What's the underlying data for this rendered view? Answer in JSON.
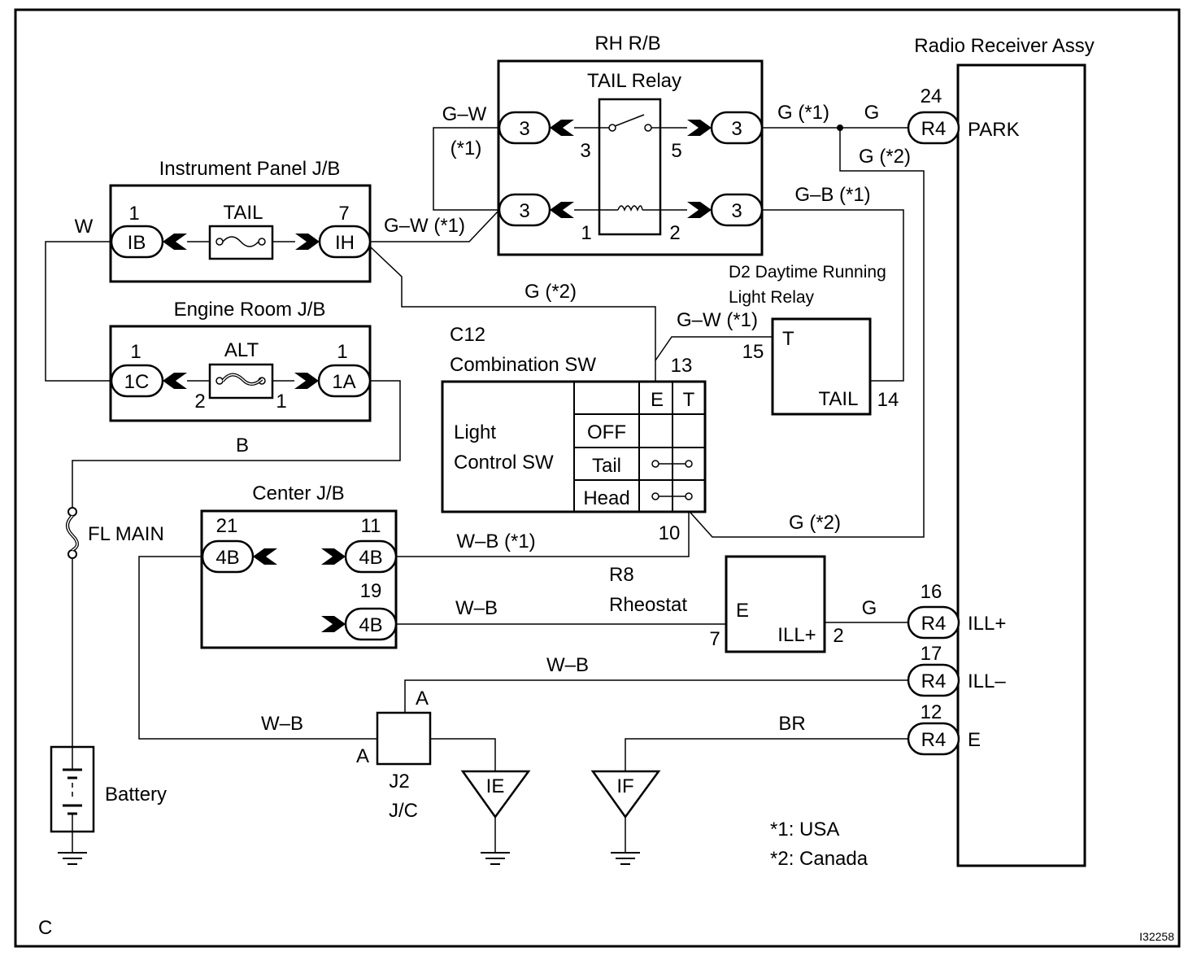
{
  "diagram": {
    "figure_id": "I32258",
    "corner_label": "C",
    "notes": [
      "*1: USA",
      "*2: Canada"
    ],
    "rh_rb": {
      "title": "RH R/B",
      "relay_title": "TAIL Relay",
      "conn_top_left": "3",
      "conn_top_right": "3",
      "conn_bot_left": "3",
      "conn_bot_right": "3",
      "pin_3": "3",
      "pin_5": "5",
      "pin_1": "1",
      "pin_2": "2"
    },
    "instrument_panel_jb": {
      "title": "Instrument Panel J/B",
      "fuse": "TAIL",
      "left_conn": "IB",
      "left_pin": "1",
      "right_conn": "IH",
      "right_pin": "7"
    },
    "engine_room_jb": {
      "title": "Engine Room J/B",
      "fuse": "ALT",
      "left_conn": "1C",
      "left_pin": "1",
      "right_conn": "1A",
      "right_pin": "1",
      "pin_2": "2",
      "pin_1": "1"
    },
    "center_jb": {
      "title": "Center J/B",
      "conn_left": "4B",
      "conn_right_top": "4B",
      "conn_right_bot": "4B",
      "pin_21": "21",
      "pin_11": "11",
      "pin_19": "19"
    },
    "combination_sw": {
      "id": "C12",
      "title": "Combination SW",
      "sw_label_1": "Light",
      "sw_label_2": "Control SW",
      "col_e": "E",
      "col_t": "T",
      "row_off": "OFF",
      "row_tail": "Tail",
      "row_head": "Head",
      "pin_13": "13",
      "pin_10": "10"
    },
    "drl_relay": {
      "title_1": "D2 Daytime Running",
      "title_2": "Light Relay",
      "term_t": "T",
      "term_tail": "TAIL",
      "pin_15": "15",
      "pin_14": "14"
    },
    "rheostat": {
      "id": "R8",
      "title": "Rheostat",
      "term_e": "E",
      "term_ill": "ILL+",
      "pin_7": "7",
      "pin_2": "2"
    },
    "radio": {
      "title": "Radio Receiver Assy",
      "conn": "R4",
      "park": "PARK",
      "ill_plus": "ILL+",
      "ill_minus": "ILL–",
      "e": "E",
      "pin_24": "24",
      "pin_16": "16",
      "pin_17": "17",
      "pin_12": "12"
    },
    "jc": {
      "id": "J2",
      "title": "J/C",
      "pin_a_top": "A",
      "pin_a_left": "A"
    },
    "grounds": {
      "ie": "IE",
      "if": "IF"
    },
    "fuse_main": "FL MAIN",
    "battery": "Battery",
    "wires": {
      "gw_top": "G–W",
      "gw_top_note": "(*1)",
      "gw_ip": "G–W (*1)",
      "g_usa": "G (*1)",
      "g_park": "G",
      "g_can": "G (*2)",
      "gb_usa": "G–B (*1)",
      "g_can_mid": "G (*2)",
      "gw_drl": "G–W (*1)",
      "w": "W",
      "b": "B",
      "g_can_low": "G (*2)",
      "wb_usa": "W–B (*1)",
      "wb_rheo": "W–B",
      "g_ill": "G",
      "wb_ill": "W–B",
      "wb_gnd": "W–B",
      "br": "BR"
    }
  }
}
